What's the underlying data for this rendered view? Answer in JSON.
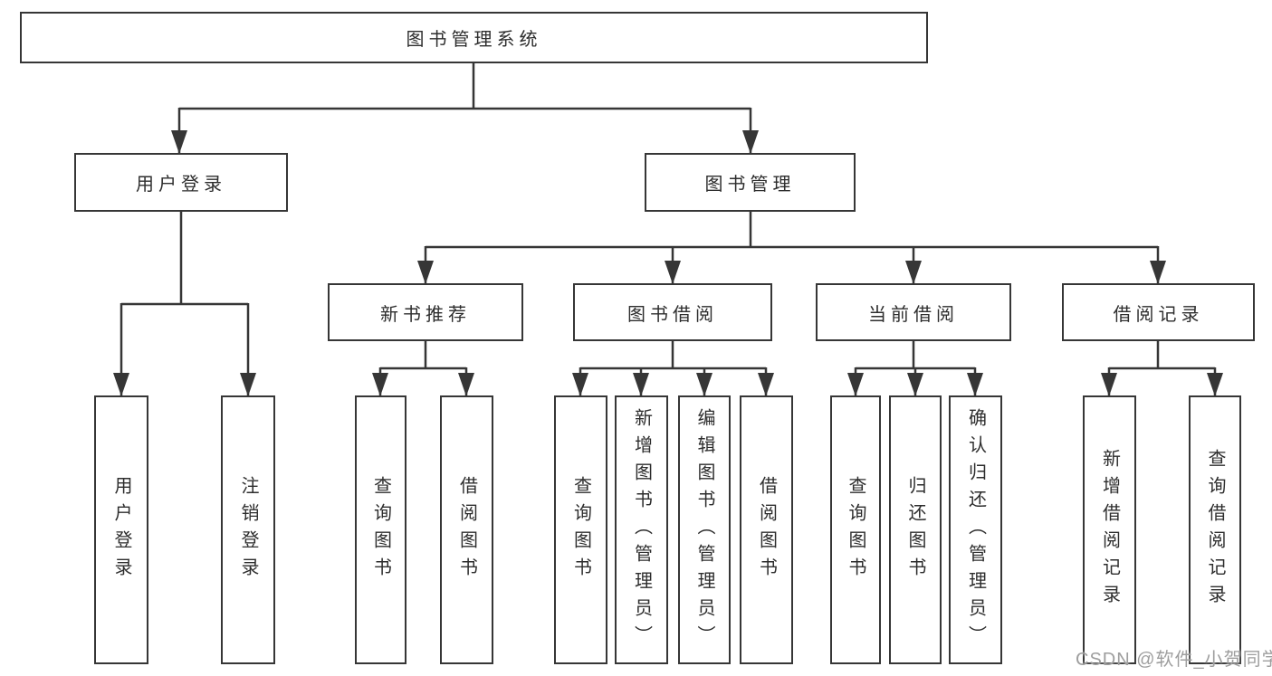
{
  "tree": {
    "root": {
      "label": "图书管理系统"
    },
    "branches": [
      {
        "label": "用户登录",
        "children": [
          {
            "label": "用户登录"
          },
          {
            "label": "注销登录"
          }
        ]
      },
      {
        "label": "图书管理",
        "children": [
          {
            "label": "新书推荐",
            "children": [
              {
                "label": "查询图书"
              },
              {
                "label": "借阅图书"
              }
            ]
          },
          {
            "label": "图书借阅",
            "children": [
              {
                "label": "查询图书"
              },
              {
                "label": "新增图书（管理员）"
              },
              {
                "label": "编辑图书（管理员）"
              },
              {
                "label": "借阅图书"
              }
            ]
          },
          {
            "label": "当前借阅",
            "children": [
              {
                "label": "查询图书"
              },
              {
                "label": "归还图书"
              },
              {
                "label": "确认归还（管理员）"
              }
            ]
          },
          {
            "label": "借阅记录",
            "children": [
              {
                "label": "新增借阅记录"
              },
              {
                "label": "查询借阅记录"
              }
            ]
          }
        ]
      }
    ]
  },
  "watermark": {
    "text": "CSDN @软件_小贺同学"
  },
  "colors": {
    "line": "#363636",
    "box_border": "#363636",
    "text": "#2d2d2d",
    "watermark": "#9e9e9e",
    "background": "#ffffff"
  }
}
